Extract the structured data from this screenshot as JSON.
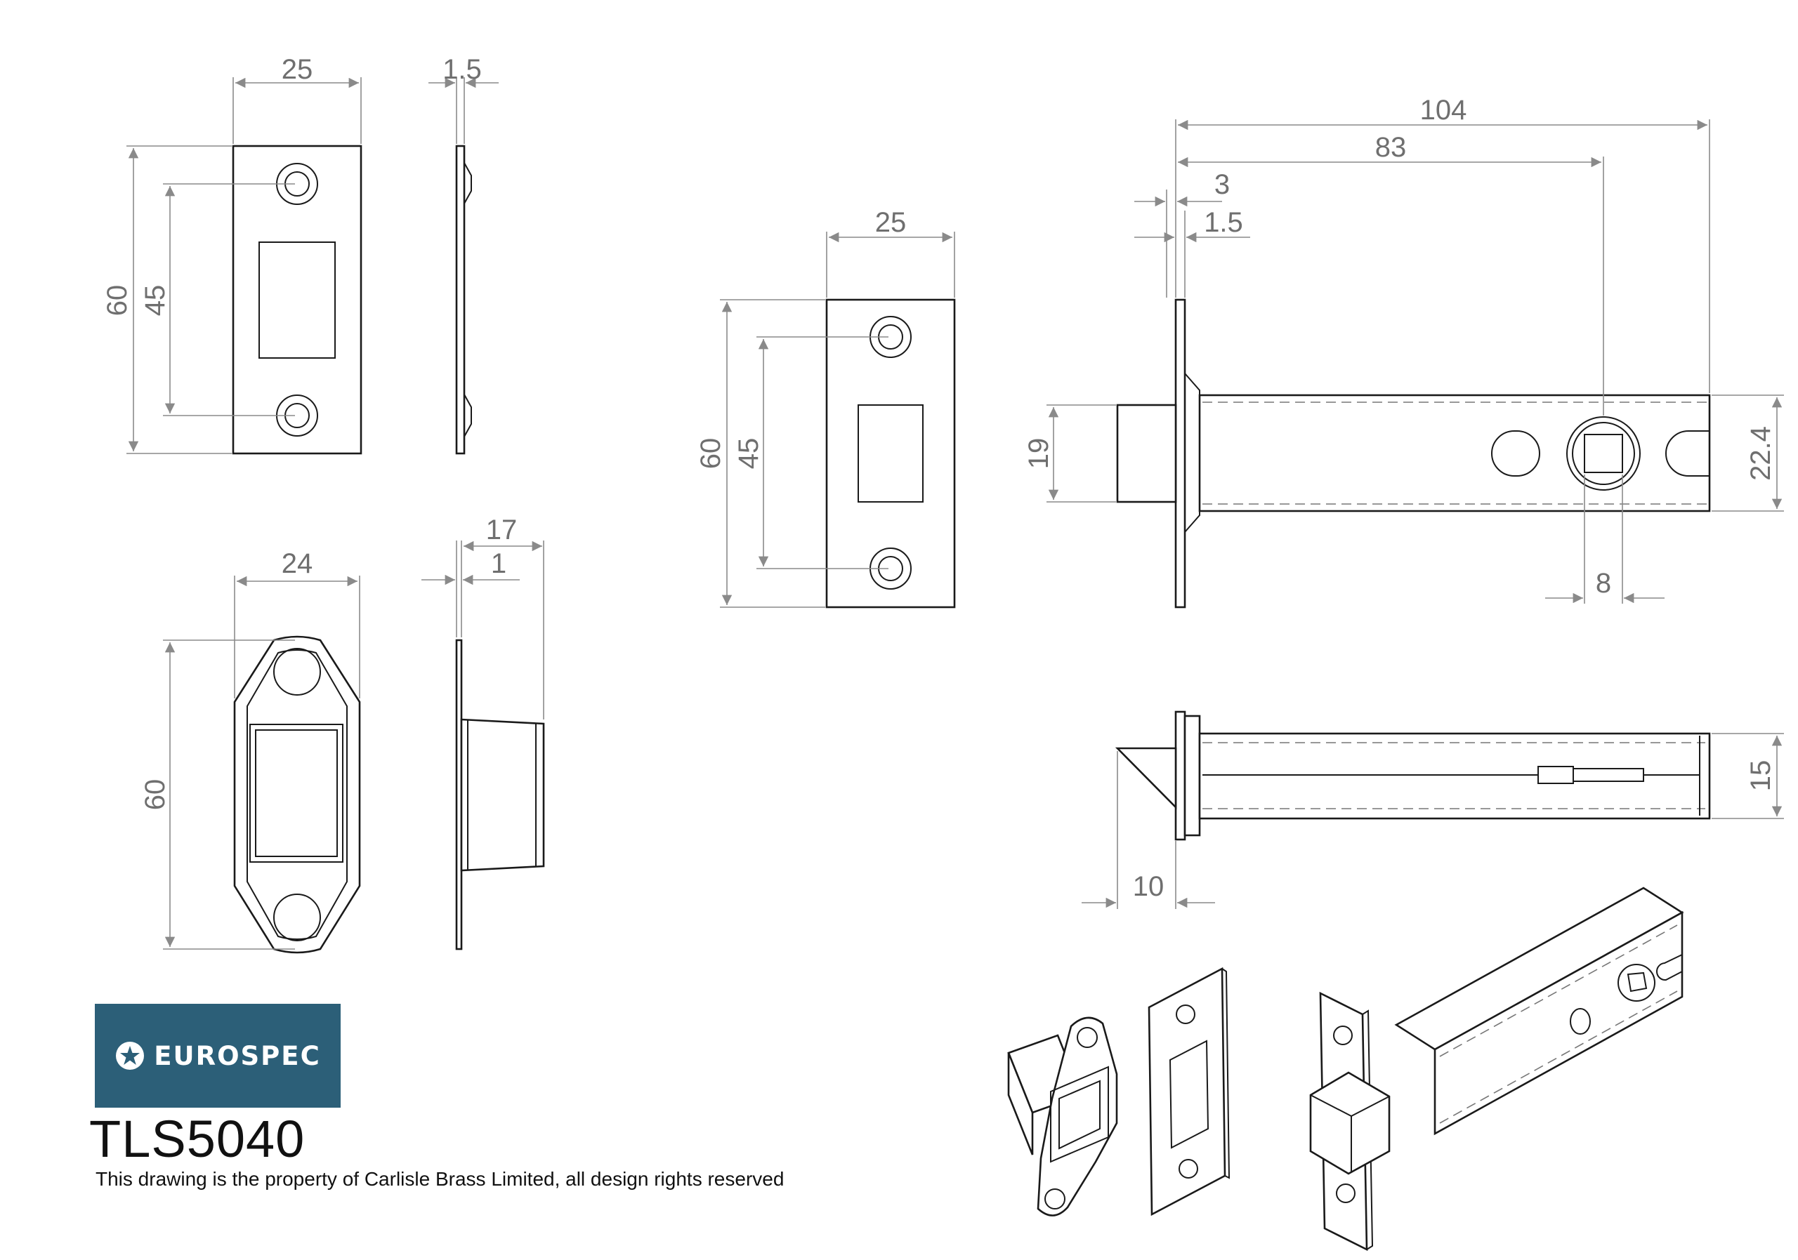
{
  "dimensions": {
    "strike_plate_width": "25",
    "strike_plate_thickness": "1.5",
    "strike_plate_height": "60",
    "strike_plate_hole_pitch": "45",
    "striker_box_width": "24",
    "striker_box_depth": "17",
    "striker_box_flange": "1",
    "striker_box_height": "60",
    "forend_width": "25",
    "forend_height": "60",
    "forend_hole_pitch": "45",
    "latch_overall_length": "104",
    "latch_backset": "83",
    "latch_forend_offset": "3",
    "latch_forend_thickness": "1.5",
    "latch_bolt_height": "19",
    "latch_case_height": "22.4",
    "spindle_size": "8",
    "latch_case_thickness": "15",
    "latch_bolt_projection": "10"
  },
  "brand": {
    "name": "EUROSPEC",
    "color": "#2c5f78",
    "icon": "star-badge-icon"
  },
  "title_block": {
    "model_number": "TLS5040",
    "copyright": "This drawing is the property of Carlisle Brass Limited, all design rights reserved"
  }
}
